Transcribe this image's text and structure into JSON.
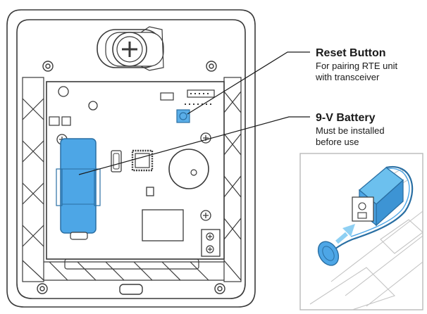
{
  "callouts": {
    "reset": {
      "title": "Reset Button",
      "desc_line1": "For pairing RTE unit",
      "desc_line2": "with transceiver"
    },
    "battery": {
      "title": "9-V Battery",
      "desc_line1": "Must be installed",
      "desc_line2": "before use"
    }
  },
  "colors": {
    "outline": "#3a3a3a",
    "battery_blue": "#4da6e6",
    "reset_blue": "#5aaee8",
    "inset_border": "#b9b9b9"
  },
  "icons": {
    "screw": "phillips-screw-icon",
    "battery": "battery-icon",
    "reset": "reset-button-icon"
  }
}
